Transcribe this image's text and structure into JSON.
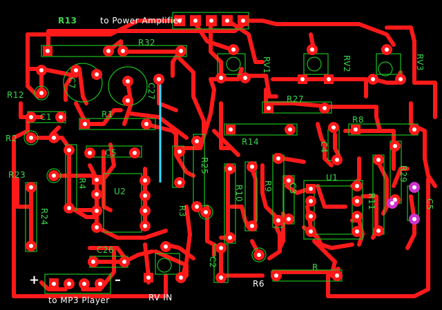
{
  "title": "PCB layout",
  "colors": {
    "copper": "#ff1a1a",
    "silk": "#19c21f",
    "pad": "#ff1a1a",
    "drill": "#ffffff",
    "jumper": "#33ddff",
    "via": "#cc33cc",
    "background": "#000000"
  },
  "connectors": {
    "power_amp": "to Power Amplifier",
    "mp3": "to MP3 Player",
    "plus": "+",
    "minus": "–",
    "vol": "RV IN"
  },
  "labels": {
    "r13": "R13",
    "r32": "R32",
    "c7": "C7",
    "c27": "C27",
    "r12": "R12",
    "c1": "C1",
    "r1": "R1",
    "r2": "R2",
    "c5b": "C5",
    "r4": "R4",
    "u2": "U2",
    "r23": "R23",
    "r25": "R25",
    "r3": "R3",
    "r24": "R24",
    "c26": "C26",
    "rv1": "RV1",
    "rv2": "RV2",
    "rv3": "RV3",
    "r27": "R27",
    "r8": "R8",
    "r14": "R14",
    "c4": "C4",
    "u1": "U1",
    "r10": "R10",
    "r9": "R9",
    "c3": "C3",
    "r11": "R11",
    "r29": "R29",
    "c5": "C5",
    "c2": "C2",
    "r6": "R6",
    "r": "R"
  }
}
